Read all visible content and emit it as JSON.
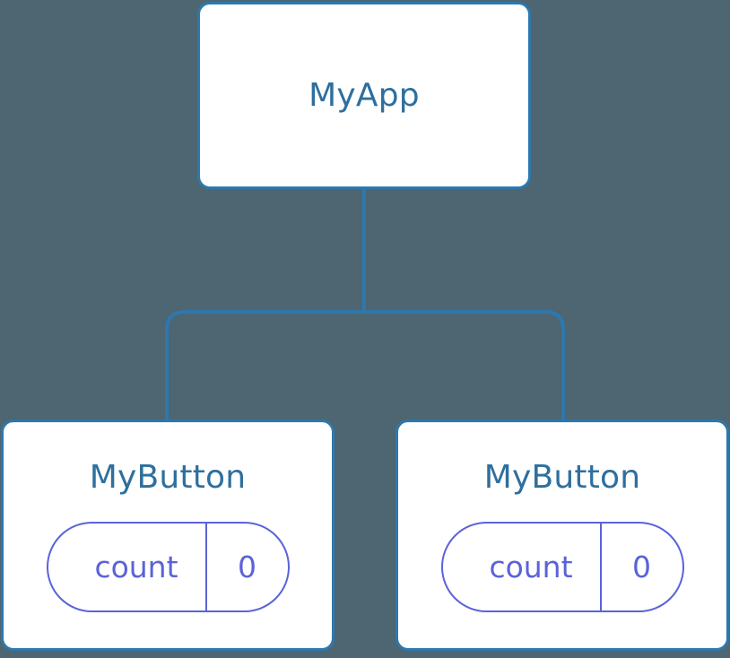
{
  "diagram": {
    "type": "component-tree",
    "background_color": "#4d6671",
    "node_border_color": "#2d78ae",
    "node_fill_color": "#ffffff",
    "node_text_color": "#2e6f9e",
    "state_accent_color": "#5a63d8",
    "connector_color": "#2d78ae"
  },
  "root": {
    "label": "MyApp"
  },
  "children": [
    {
      "label": "MyButton",
      "state": {
        "key": "count",
        "value": "0"
      }
    },
    {
      "label": "MyButton",
      "state": {
        "key": "count",
        "value": "0"
      }
    }
  ]
}
